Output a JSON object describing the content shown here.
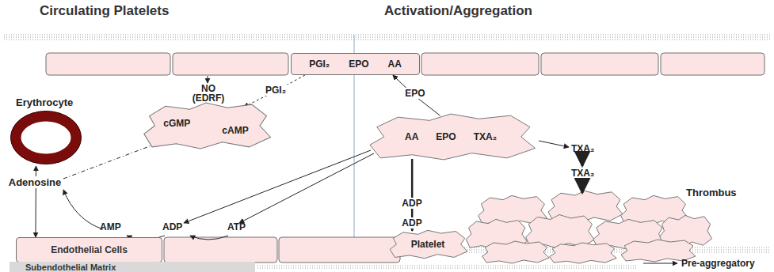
{
  "diagram": {
    "nodes": [
      {
        "text": [
          "PGI₂",
          "EPO",
          "AA"
        ]
      },
      {
        "text": [
          "cGMP",
          "cAMP"
        ]
      },
      {
        "text": [
          "AA",
          "EPO",
          "TXA₂"
        ]
      },
      {
        "text": [
          "Erythrocyte"
        ]
      },
      {
        "text": [
          "Endothelial Cells"
        ]
      },
      {
        "text": [
          "Subendothelial Matrix"
        ]
      },
      {
        "text": [
          "Platelet"
        ]
      }
    ],
    "edges": [
      {
        "from": 2,
        "to": 0,
        "label": "EPO",
        "arrow": "to"
      },
      {
        "from": 0,
        "to": 1,
        "label": "PGI₂",
        "arrow": "to"
      },
      {
        "from": 2,
        "to": 6,
        "label": "ADP",
        "arrow": "to"
      },
      {
        "from": 3,
        "to": 4,
        "label": "Adenosine",
        "arrow": "both"
      }
    ],
    "labels": [
      "Circulating Platelets",
      "Activation/Aggregation",
      "NO (EDRF)",
      "AMP",
      "ADP",
      "ATP",
      "TXA₂",
      "TXA₂",
      "ADP",
      "Thrombus"
    ],
    "legend": [
      {
        "text": "Pre-aggregatory"
      }
    ]
  }
}
